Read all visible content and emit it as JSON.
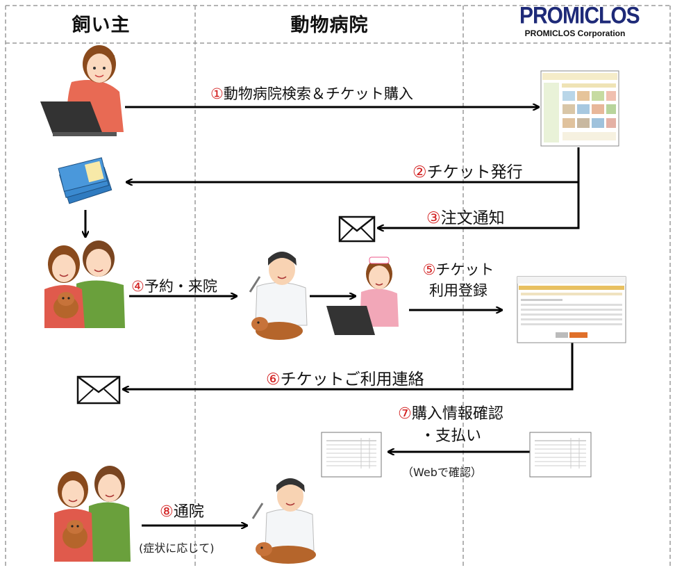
{
  "columns": {
    "owner": "飼い主",
    "hospital": "動物病院",
    "company_logo": "PROMICLOS",
    "company_name": "PROMICLOS Corporation"
  },
  "steps": [
    {
      "num": "①",
      "label": "動物病院検索＆チケット購入"
    },
    {
      "num": "②",
      "label": "チケット発行"
    },
    {
      "num": "③",
      "label": "注文通知"
    },
    {
      "num": "④",
      "label": "予約・来院"
    },
    {
      "num": "⑤",
      "label": "チケット",
      "label2": "利用登録"
    },
    {
      "num": "⑥",
      "label": "チケットご利用連絡"
    },
    {
      "num": "⑦",
      "label": "購入情報確認",
      "label2": "・支払い",
      "note": "（Webで確認）"
    },
    {
      "num": "⑧",
      "label": "通院",
      "note": "(症状に応じて)"
    }
  ],
  "colors": {
    "step_number": "#d21f1f",
    "arrow": "#000000",
    "grid": "#999999",
    "logo": "#1e2a78"
  }
}
